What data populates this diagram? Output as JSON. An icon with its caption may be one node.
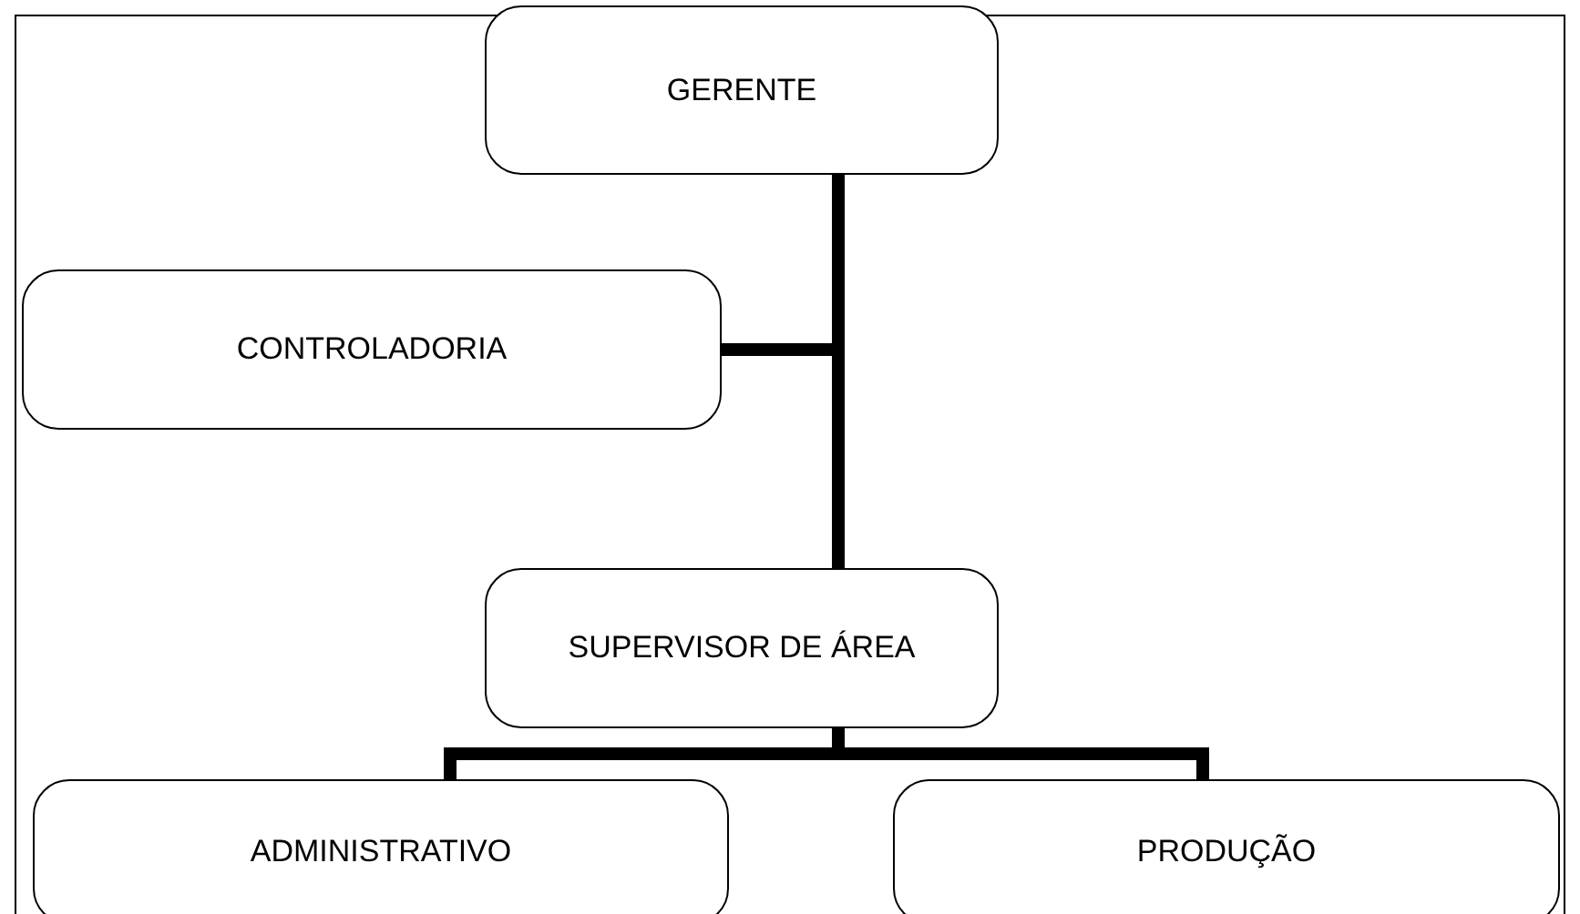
{
  "diagram": {
    "nodes": [
      {
        "text": [
          "GERENTE"
        ]
      },
      {
        "text": [
          "CONTROLADORIA"
        ]
      },
      {
        "text": [
          "SUPERVISOR DE ÁREA"
        ]
      },
      {
        "text": [
          "ADMINISTRATIVO"
        ]
      },
      {
        "text": [
          "PRODUÇÃO"
        ]
      }
    ],
    "edges": [
      {
        "from": 0,
        "to": 1,
        "arrow": "none"
      },
      {
        "from": 0,
        "to": 2,
        "arrow": "none"
      },
      {
        "from": 2,
        "to": 3,
        "arrow": "none"
      },
      {
        "from": 2,
        "to": 4,
        "arrow": "none"
      }
    ]
  }
}
